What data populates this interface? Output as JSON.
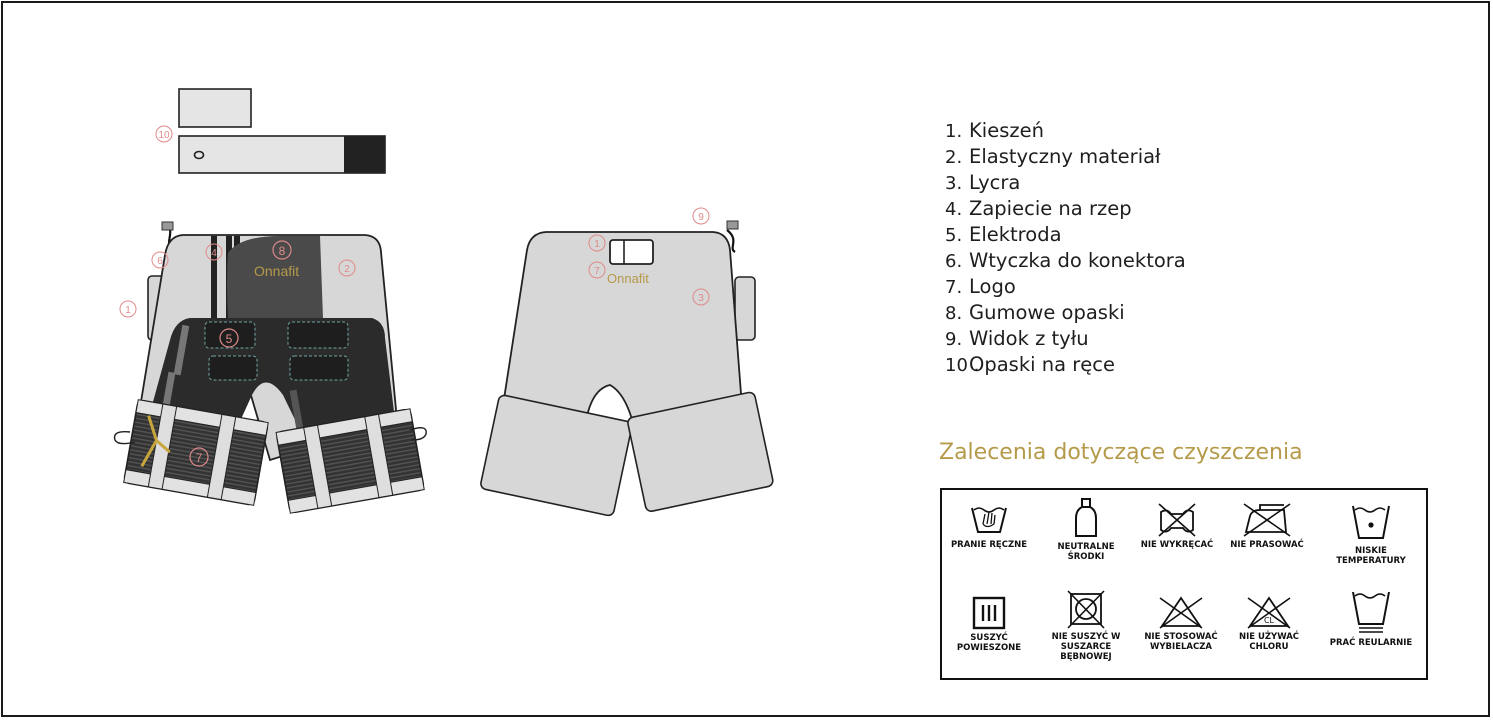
{
  "legend": {
    "items": [
      {
        "number": "1.",
        "label": "Kieszeń"
      },
      {
        "number": "2.",
        "label": "Elastyczny materiał"
      },
      {
        "number": "3.",
        "label": "Lycra"
      },
      {
        "number": "4.",
        "label": "Zapiecie na rzep"
      },
      {
        "number": "5.",
        "label": "Elektroda"
      },
      {
        "number": "6.",
        "label": "Wtyczka do konektora"
      },
      {
        "number": "7.",
        "label": "Logo"
      },
      {
        "number": "8.",
        "label": "Gumowe opaski"
      },
      {
        "number": "9.",
        "label": "Widok z tyłu"
      },
      {
        "number": "10 .",
        "label": "Opaski na ręce"
      }
    ]
  },
  "care": {
    "title": "Zalecenia dotyczące czyszczenia",
    "items": [
      {
        "label": "PRANIE RĘCZNE",
        "icon": "hand-wash-icon"
      },
      {
        "label": "NEUTRALNE ŚRODKI",
        "icon": "detergent-bottle-icon"
      },
      {
        "label": "NIE WYKRĘCAĆ",
        "icon": "no-wring-icon"
      },
      {
        "label": "NIE PRASOWAĆ",
        "icon": "no-iron-icon"
      },
      {
        "label": "NISKIE TEMPERATURY",
        "icon": "low-temp-wash-icon"
      },
      {
        "label": "SUSZYĆ POWIESZONE",
        "icon": "line-dry-icon"
      },
      {
        "label": "NIE SUSZYĆ W SUSZARCE BĘBNOWEJ",
        "icon": "no-tumble-dry-icon"
      },
      {
        "label": "NIE STOSOWAĆ WYBIELACZA",
        "icon": "no-bleach-icon"
      },
      {
        "label": "NIE UŻYWAĆ CHLORU",
        "icon": "no-chlorine-icon"
      },
      {
        "label": "PRAĆ REULARNIE",
        "icon": "regular-wash-icon"
      }
    ],
    "chlorine_mark": "CL"
  },
  "diagram": {
    "brand": "Onnafit",
    "front_markers": [
      "1",
      "2",
      "4",
      "5",
      "6",
      "7",
      "8",
      "10"
    ],
    "back_markers": [
      "1",
      "3",
      "7",
      "9"
    ]
  },
  "colors": {
    "fabric_grey": "#d7d7d7",
    "dark_fabric": "#2b2b2b",
    "marker": "#e08a8a",
    "brand_gold": "#b59a4a",
    "title_gold": "#b59a4a"
  }
}
